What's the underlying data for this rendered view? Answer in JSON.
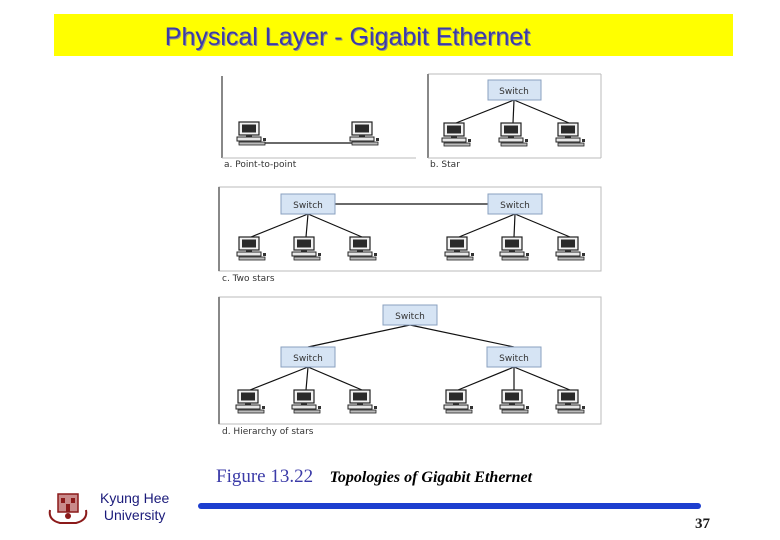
{
  "slide": {
    "title": "Physical Layer - Gigabit Ethernet",
    "caption_number": "Figure 13.22",
    "caption_text": "Topologies of Gigabit Ethernet",
    "university_line1": "Kyung Hee",
    "university_line2": "University",
    "page_number": "37"
  },
  "diagram": {
    "panels": [
      {
        "id": "a",
        "label": "a. Point-to-point"
      },
      {
        "id": "b",
        "label": "b. Star"
      },
      {
        "id": "c",
        "label": "c. Two stars"
      },
      {
        "id": "d",
        "label": "d. Hierarchy of stars"
      }
    ],
    "switch_label": "Switch"
  },
  "colors": {
    "title_bg": "#ffff00",
    "title_text": "#3b3ba8",
    "switch_fill": "#d6e4f4",
    "rule": "#1d3ecf"
  }
}
